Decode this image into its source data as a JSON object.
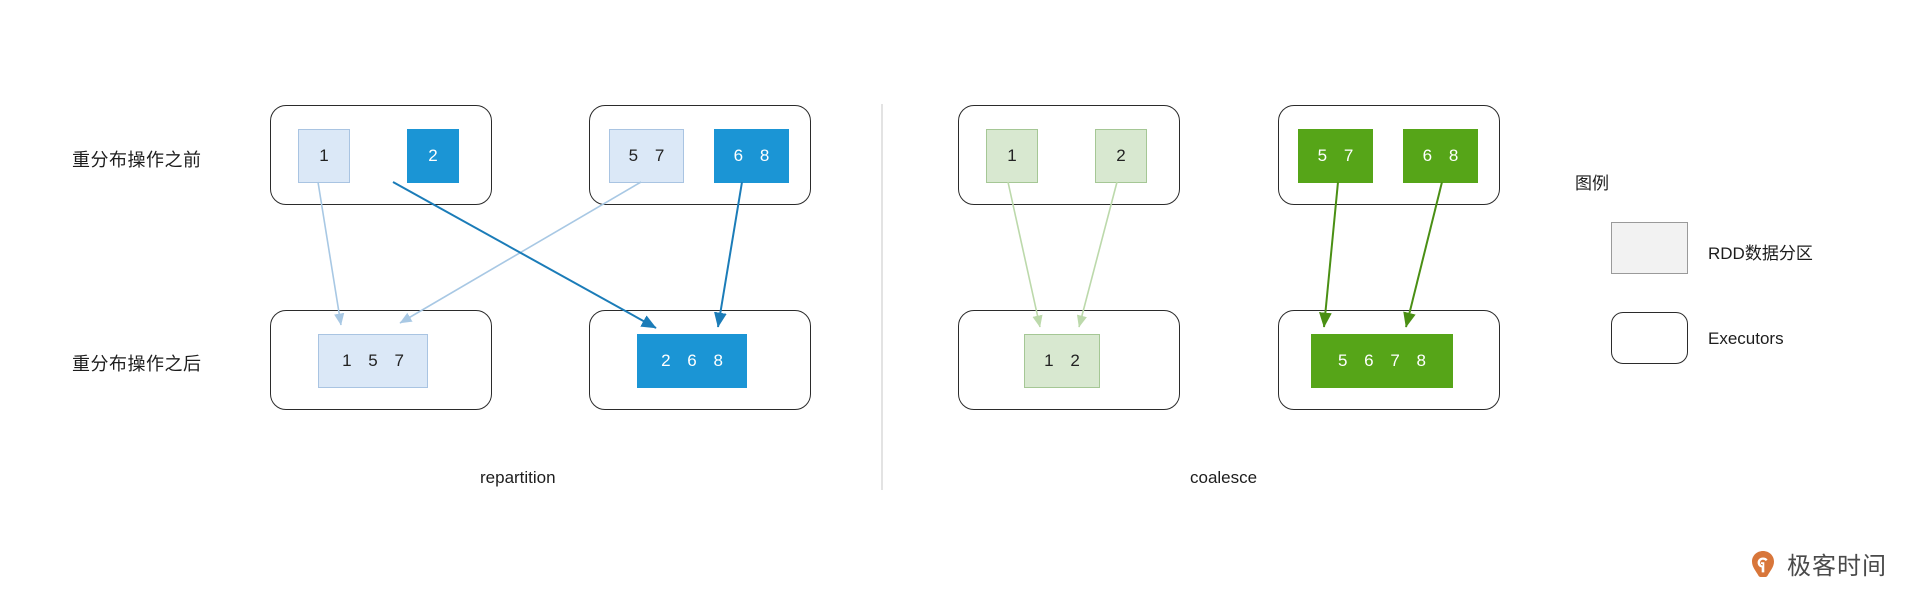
{
  "diagram": {
    "row_labels": {
      "before": "重分布操作之前",
      "after": "重分布操作之后"
    },
    "sections": [
      {
        "name": "repartition",
        "caption": "repartition",
        "accent": "#1b95d5",
        "top_executors": [
          {
            "partitions": [
              {
                "text": "1",
                "style": "blue-light"
              },
              {
                "text": "2",
                "style": "blue-solid"
              }
            ]
          },
          {
            "partitions": [
              {
                "text": "5 7",
                "style": "blue-light"
              },
              {
                "text": "6 8",
                "style": "blue-solid"
              }
            ]
          }
        ],
        "bottom_executors": [
          {
            "partitions": [
              {
                "text": "1 5 7",
                "style": "blue-light"
              }
            ]
          },
          {
            "partitions": [
              {
                "text": "2 6 8",
                "style": "blue-solid"
              }
            ]
          }
        ]
      },
      {
        "name": "coalesce",
        "caption": "coalesce",
        "accent": "#56a518",
        "top_executors": [
          {
            "partitions": [
              {
                "text": "1",
                "style": "green-light"
              },
              {
                "text": "2",
                "style": "green-light"
              }
            ]
          },
          {
            "partitions": [
              {
                "text": "5 7",
                "style": "green-solid"
              },
              {
                "text": "6 8",
                "style": "green-solid"
              }
            ]
          }
        ],
        "bottom_executors": [
          {
            "partitions": [
              {
                "text": "1 2",
                "style": "green-light"
              }
            ]
          },
          {
            "partitions": [
              {
                "text": "5 6 7 8",
                "style": "green-solid"
              }
            ]
          }
        ]
      }
    ]
  },
  "legend": {
    "title": "图例",
    "items": [
      {
        "shape": "rect",
        "label": "RDD数据分区"
      },
      {
        "shape": "rounded",
        "label": "Executors"
      }
    ]
  },
  "watermark": {
    "text": "极客时间",
    "mark_color": "#d8763a"
  }
}
